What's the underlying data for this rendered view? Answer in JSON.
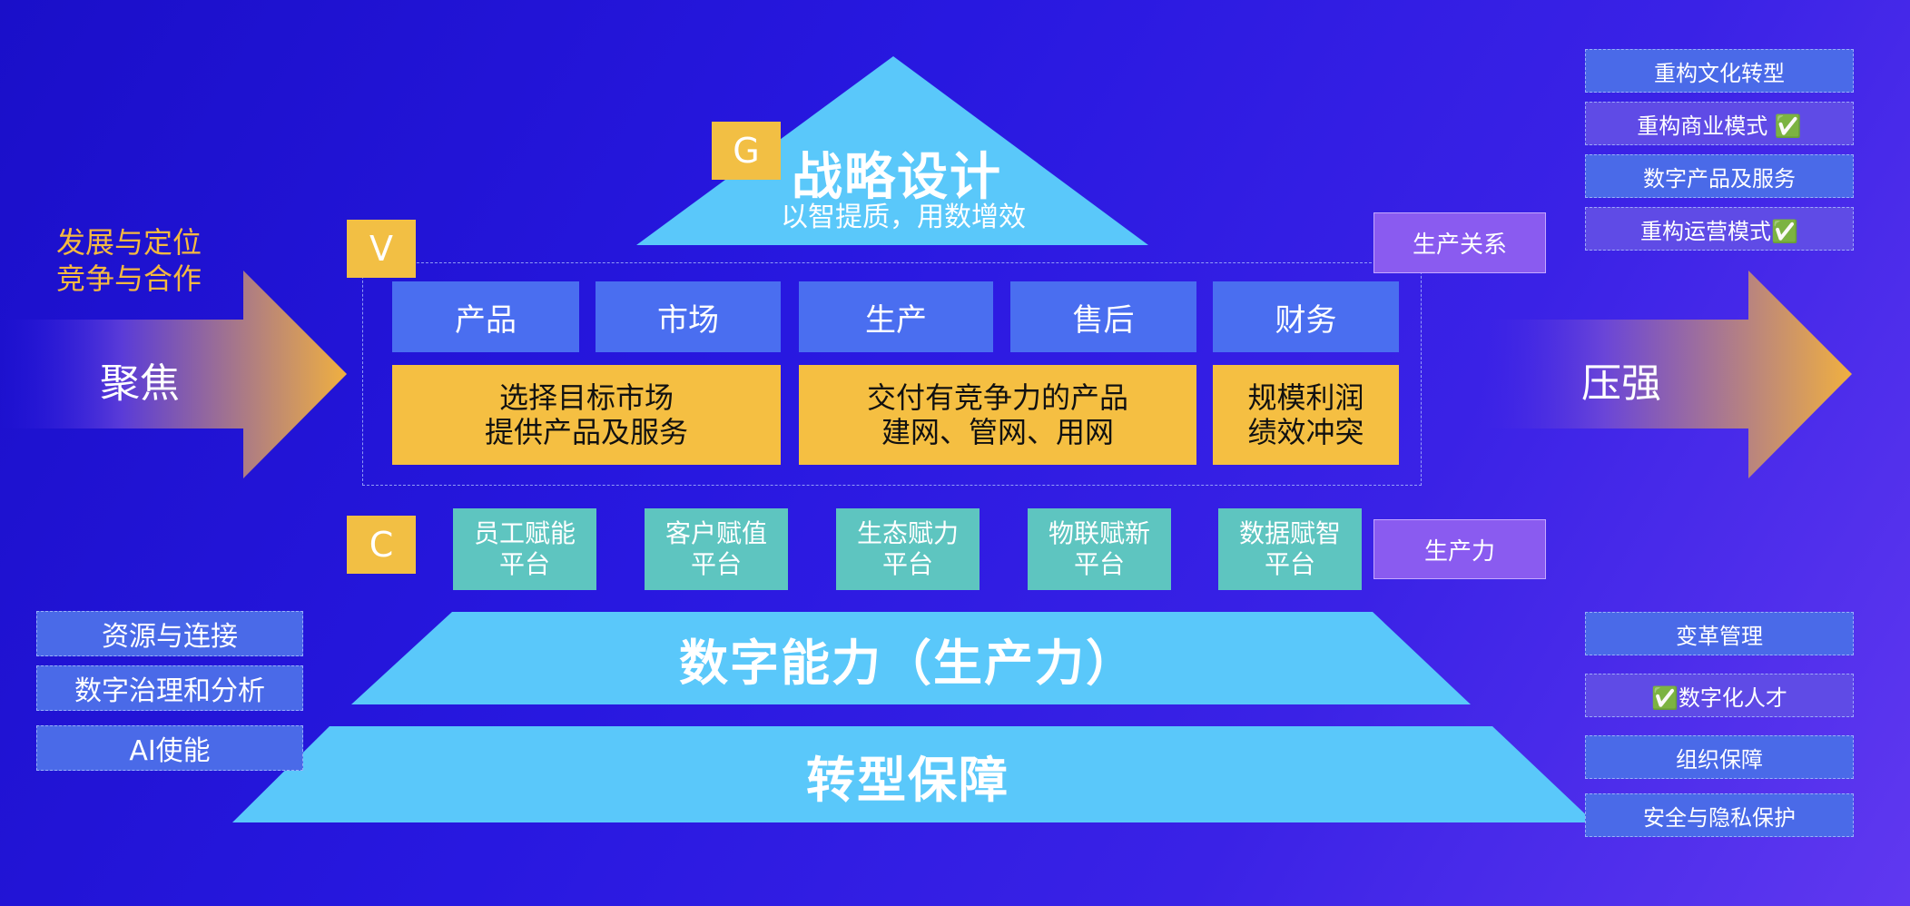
{
  "left_focus": {
    "line1": "发展与定位",
    "line2": "竞争与合作",
    "arrow_label": "聚焦",
    "accent_color": "#f5b940"
  },
  "right_arrow_label": "压强",
  "strategy": {
    "title": "战略设计",
    "subtitle": "以智提质，用数增效"
  },
  "badges": {
    "g": "G",
    "v": "V",
    "c": "C"
  },
  "value_chain": [
    "产品",
    "市场",
    "生产",
    "售后",
    "财务"
  ],
  "value_details": [
    "选择目标市场\n提供产品及服务",
    "交付有竞争力的产品\n建网、管网、用网",
    "规模利润\n绩效冲突"
  ],
  "platforms": [
    "员工赋能\n平台",
    "客户赋值\n平台",
    "生态赋力\n平台",
    "物联赋新\n平台",
    "数据赋智\n平台"
  ],
  "relations": {
    "production_relations": "生产关系",
    "productivity": "生产力"
  },
  "pyramid": {
    "digital_capability": "数字能力（生产力）",
    "transformation_guarantee": "转型保障"
  },
  "left_boxes": [
    "资源与连接",
    "数字治理和分析",
    "AI使能"
  ],
  "right_top_boxes": [
    "重构文化转型",
    "重构商业模式 ✅",
    "数字产品及服务",
    "重构运营模式✅"
  ],
  "right_bottom_boxes": [
    "变革管理",
    "✅数字化人才",
    "组织保障",
    "安全与隐私保护"
  ],
  "colors": {
    "background": "#2818e0",
    "light_blue": "#5ac8fa",
    "yellow": "#f5bf42",
    "teal": "#5ec5c0",
    "nav_blue": "#4a6ef0",
    "violet": "#8a5bf0"
  }
}
